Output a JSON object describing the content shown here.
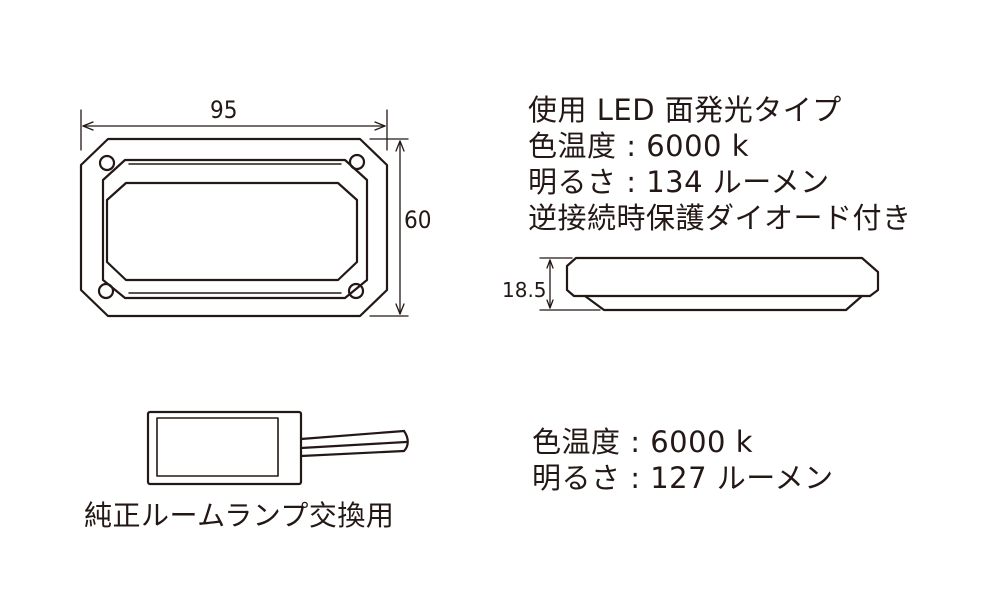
{
  "dimensions": {
    "width": "95",
    "height": "60",
    "depth": "18.5"
  },
  "specs_top": [
    "使用 LED  面発光タイプ",
    "色温度 : 6000 k",
    "明るさ : 134 ルーメン",
    "逆接続時保護ダイオード付き"
  ],
  "specs_bottom": [
    "色温度 : 6000 k",
    "明るさ : 127 ルーメン"
  ],
  "caption": "純正ルームランプ交換用",
  "colors": {
    "line": "#231815",
    "background": "#ffffff"
  }
}
